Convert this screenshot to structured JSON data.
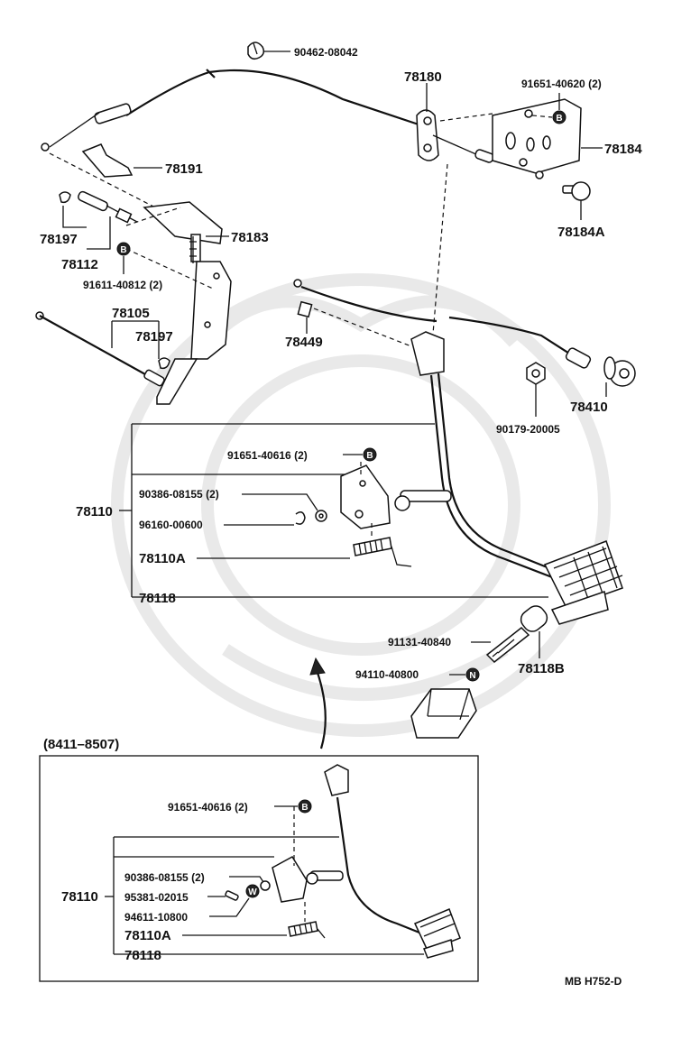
{
  "labels": {
    "p90462": "90462-08042",
    "p78180": "78180",
    "p91651_620": "91651-40620 (2)",
    "p78184": "78184",
    "p78184A": "78184A",
    "p78191": "78191",
    "p78183": "78183",
    "p78197a": "78197",
    "p78112": "78112",
    "p91611": "91611-40812 (2)",
    "p78105": "78105",
    "p78197b": "78197",
    "p78449": "78449",
    "p90179": "90179-20005",
    "p78410": "78410",
    "p91651_616": "91651-40616 (2)",
    "p90386": "90386-08155 (2)",
    "p96160": "96160-00600",
    "p78110A": "78110A",
    "p78118": "78118",
    "p78110": "78110",
    "p91131": "91131-40840",
    "p94110": "94110-40800",
    "p78118B": "78118B",
    "inset_range": "(8411–8507)",
    "i91651": "91651-40616 (2)",
    "i90386": "90386-08155 (2)",
    "i95381": "95381-02015",
    "i94611": "94611-10800",
    "i78110A": "78110A",
    "i78118": "78118",
    "i78110": "78110",
    "ref": "MB  H752-D"
  },
  "badges": {
    "B": "B",
    "N": "N",
    "W": "W"
  }
}
